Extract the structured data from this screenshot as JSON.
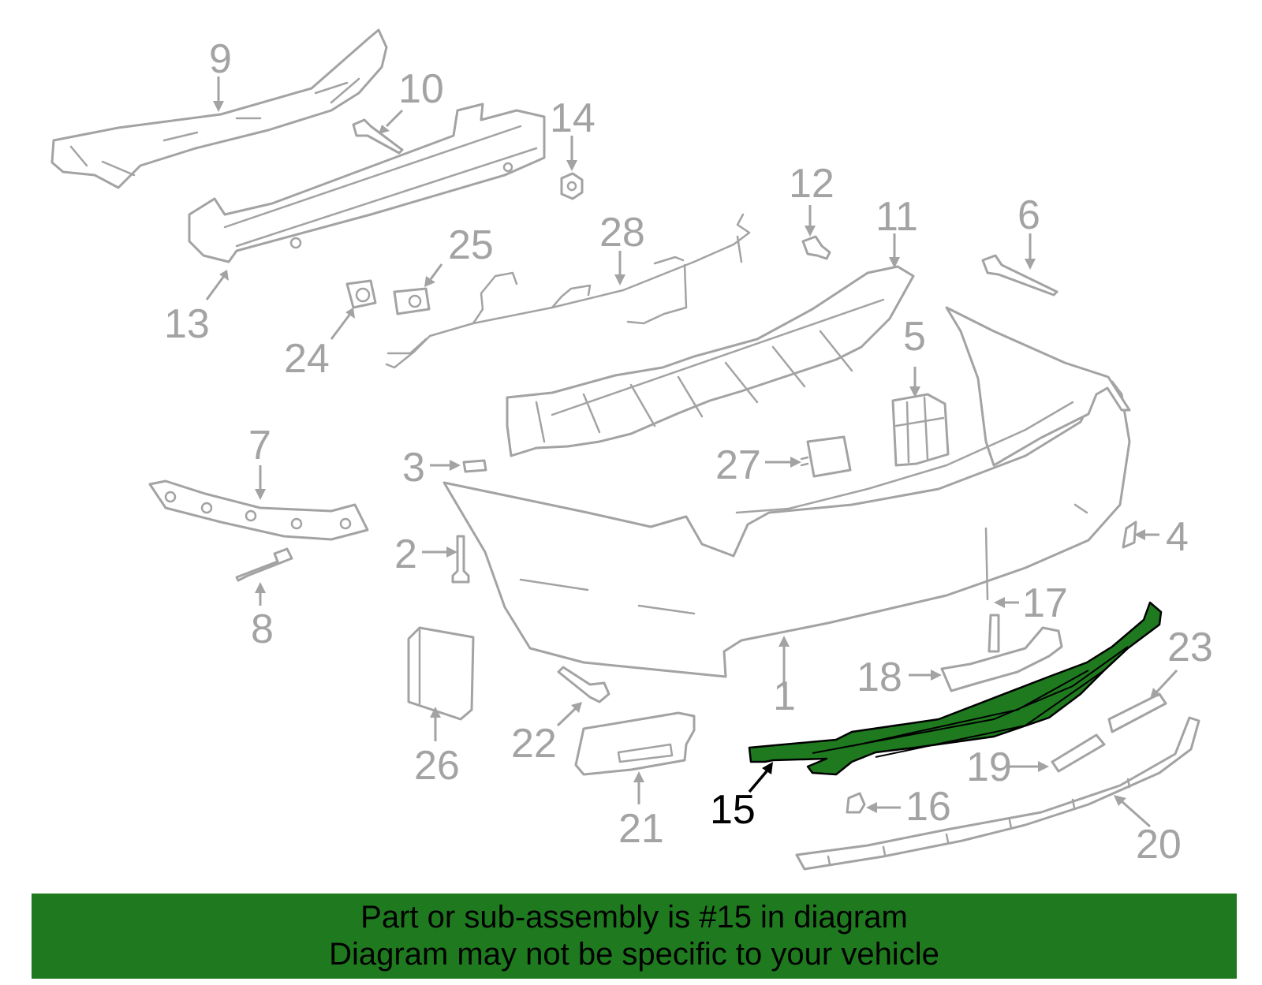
{
  "callouts": {
    "n1": "1",
    "n2": "2",
    "n3": "3",
    "n4": "4",
    "n5": "5",
    "n6": "6",
    "n7": "7",
    "n8": "8",
    "n9": "9",
    "n10": "10",
    "n11": "11",
    "n12": "12",
    "n13": "13",
    "n14": "14",
    "n15": "15",
    "n16": "16",
    "n17": "17",
    "n18": "18",
    "n19": "19",
    "n20": "20",
    "n21": "21",
    "n22": "22",
    "n23": "23",
    "n24": "24",
    "n25": "25",
    "n26": "26",
    "n27": "27",
    "n28": "28"
  },
  "highlighted_part": "15",
  "banner": {
    "line1": "Part or sub-assembly is #15 in diagram",
    "line2": "Diagram may not be specific to your vehicle"
  },
  "colors": {
    "part_outline": "#a3a3a3",
    "highlight_fill": "#1f7a1f",
    "banner_background": "#1f7a1f",
    "banner_text": "#000000"
  }
}
